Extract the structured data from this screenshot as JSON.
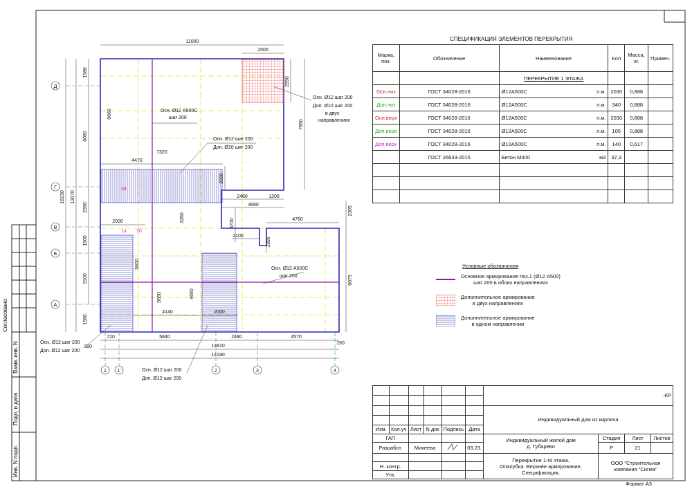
{
  "spec": {
    "title": "СПЕЦИФИКАЦИЯ ЭЛЕМЕНТОВ ПЕРЕКРЫТИЯ",
    "headers": [
      "Марка, поз.",
      "Обозначение",
      "Наименование",
      "Кол",
      "Масса, кг.",
      "Примеч."
    ],
    "section": "ПЕРЕКРЫТИЕ 1 ЭТАЖА",
    "rows": [
      {
        "mark": "Осн.низ",
        "mark_color": "#e02020",
        "doc": "ГОСТ 34028-2016",
        "name": "Ø12А500С",
        "unit": "п.м.",
        "qty": "2030",
        "mass": "0,888"
      },
      {
        "mark": "Доп.низ",
        "mark_color": "#22aa22",
        "doc": "ГОСТ 34028-2016",
        "name": "Ø12А500С",
        "unit": "п.м.",
        "qty": "340",
        "mass": "0,888"
      },
      {
        "mark": "Осн.верх",
        "mark_color": "#e02020",
        "doc": "ГОСТ 34028-2016",
        "name": "Ø12А500С",
        "unit": "п.м.",
        "qty": "2030",
        "mass": "0,888"
      },
      {
        "mark": "Доп.верх",
        "mark_color": "#22aa22",
        "doc": "ГОСТ 34028-2016",
        "name": "Ø12А500С",
        "unit": "п.м.",
        "qty": "105",
        "mass": "0,888"
      },
      {
        "mark": "Доп.верх",
        "mark_color": "#cc22cc",
        "doc": "ГОСТ 34028-2016",
        "name": "Ø10А500С",
        "unit": "п.м.",
        "qty": "140",
        "mass": "0,617"
      },
      {
        "mark": "",
        "mark_color": "#111111",
        "doc": "ГОСТ 26633-2015",
        "name": "Бетон М300",
        "unit": "м3",
        "qty": "37,3",
        "mass": ""
      }
    ]
  },
  "legend": {
    "title": "Условные обозначения",
    "item1": "Основное армирование поз.1 (Ø12 А500)",
    "item1b": "шаг 200 в обоих направлениях",
    "item2": "Дополнительное армирование",
    "item2b": "в двух направлениях",
    "item3": "Дополнительное армирование",
    "item3b": "в одном направлении"
  },
  "plan": {
    "dims_top": [
      "11000",
      "2500",
      "2590",
      "7860"
    ],
    "dims_left": [
      "1580",
      "6660",
      "6080",
      "16230",
      "13070",
      "2390",
      "1500",
      "3100",
      "1580"
    ],
    "dims_inner": [
      "4470",
      "7320",
      "2000",
      "2480",
      "1200",
      "3680",
      "3260",
      "3700",
      "2100",
      "1395",
      "4760",
      "2305",
      "2000",
      "5800",
      "5650",
      "4680",
      "4140",
      "2000",
      "6075"
    ],
    "dims_bottom": [
      "720",
      "5840",
      "2480",
      "4570",
      "190",
      "380",
      "13810",
      "14180"
    ],
    "axes_rows": [
      "Д",
      "Г",
      "В",
      "Б",
      "А"
    ],
    "axes_cols": [
      "1",
      "1'",
      "2",
      "3",
      "4"
    ],
    "notes": {
      "n1a": "Осн. Ø12 А500С",
      "n1b": "шаг 200",
      "n2a": "Осн. Ø12 шаг 200",
      "n2b": "Доп. Ø10 шаг 200",
      "n3a": "Осн. Ø12 шаг 200",
      "n3b": "Доп. Ø10 шаг 200",
      "n3c": "в двух",
      "n3d": "направлениях",
      "n4a": "Осн. Ø12 А500С",
      "n4b": "шаг 200",
      "n5a": "Осн. Ø12 шаг 200",
      "n5b": "Доп. Ø12 шаг 200",
      "n6a": "Осн. Ø12 шаг 200",
      "n6b": "Доп. Ø12 шаг 200"
    },
    "marks": [
      "1в",
      "1а",
      "1б"
    ]
  },
  "stamp": {
    "code": "-КР",
    "project": "Индивидуальный дом из кирпича",
    "headers": [
      "Изм.",
      "Кол.уч",
      "Лист",
      "N док",
      "Подпись",
      "Дата"
    ],
    "gap": "ГАП",
    "developer_role": "Разработ.",
    "developer_name": "Михеева",
    "date": "03.23.",
    "nkontr": "Н. контр.",
    "utv": "Утв.",
    "object": "Индивидуальный жилой дом",
    "object2": "д. Губарево",
    "stage_label": "Стадия",
    "sheet_label": "Лист",
    "sheets_label": "Листов",
    "stage": "Р",
    "sheet": "21",
    "title1": "Перекрытие 1-го этажа.",
    "title2": "Опалубка. Верхнее армирование.",
    "title3": "Спецификация.",
    "company1": "ООО \"Строительная",
    "company2": "компания \"Сигма\"",
    "format": "Формат А3"
  },
  "side": {
    "agreed": "Согласовано",
    "f1": "Взам. инв. N",
    "f2": "Подп. и дата",
    "f3": "Инв. N подл."
  }
}
